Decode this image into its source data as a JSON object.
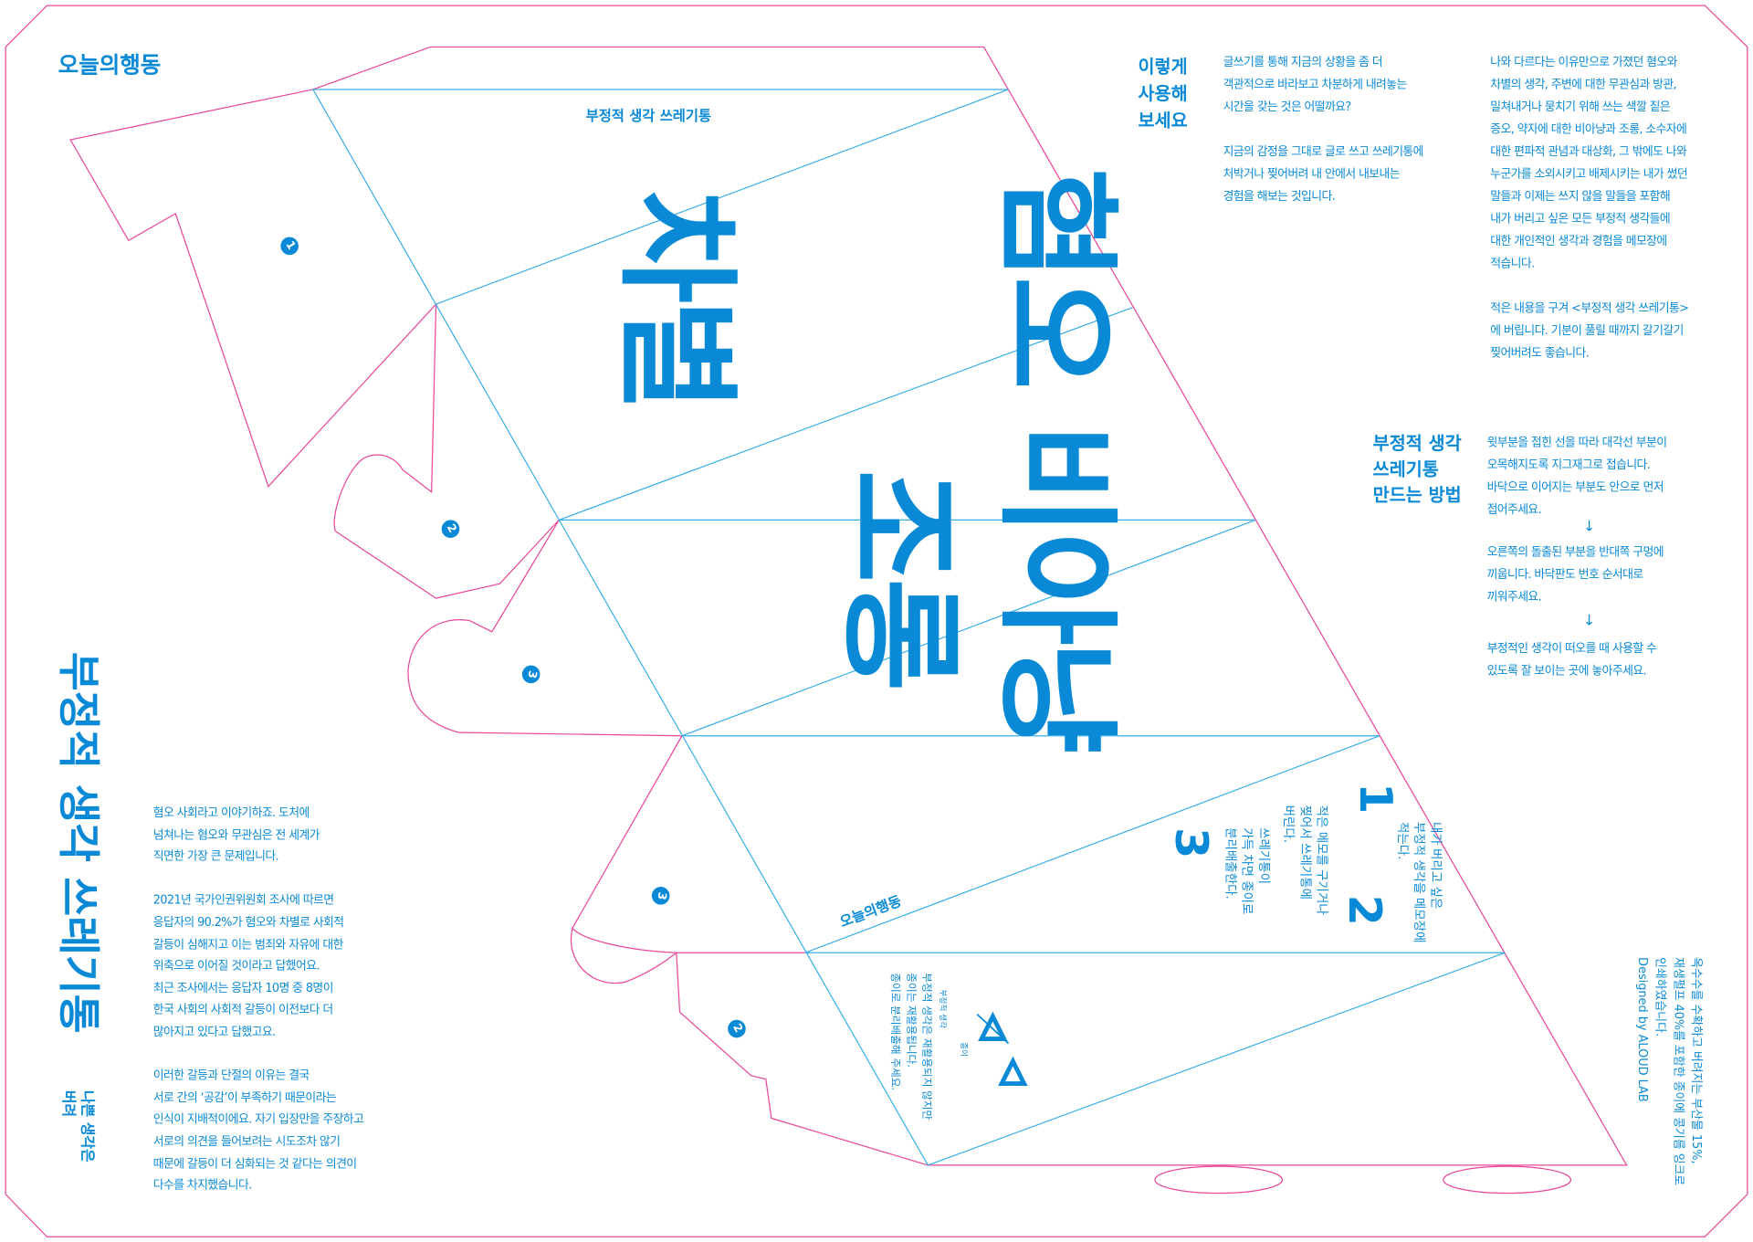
{
  "brand": {
    "logo": "오늘의행동",
    "small_logo": "오늘의행동"
  },
  "box_label": "부정적 생각 쓰레기통",
  "big_words": [
    "차별",
    "혐오 비아냥",
    "조롱"
  ],
  "usage": {
    "title": "이렇게\n사용해\n보세요",
    "col1": "글쓰기를 통해 지금의 상황을 좀 더\n객관적으로 바라보고 차분하게 내려놓는\n시간을 갖는 것은 어떨까요?\n\n지금의 감정을 그대로 글로 쓰고 쓰레기통에\n처박거나 찢어버려 내 안에서 내보내는\n경험을 해보는 것입니다.",
    "col2": "나와 다르다는 이유만으로 가졌던 혐오와\n차별의 생각, 주변에 대한 무관심과 방관,\n밀쳐내거나 뭉치기 위해 쓰는 색깔 짙은\n증오, 약자에 대한 비아냥과 조롱, 소수자에\n대한 편파적 관념과 대상화, 그 밖에도 나와\n누군가를 소외시키고 배제시키는 내가 썼던\n말들과 이제는 쓰지 않을 말들을 포함해\n내가 버리고 싶은 모든 부정적 생각들에\n대한 개인적인 생각과 경험을 메모장에\n적습니다.\n\n적은 내용을 구겨 <부정적 생각 쓰레기통>\n에 버립니다. 기분이 풀릴 때까지 갈기갈기\n찢어버려도 좋습니다."
  },
  "howto": {
    "title": "부정적 생각\n쓰레기통\n만드는 방법",
    "steps": [
      "윗부분을 접힌 선을 따라 대각선 부분이\n오목해지도록 지그재그로 접습니다.\n바닥으로 이어지는 부분도 안으로 먼저\n접어주세요.",
      "오른쪽의 돌출된 부분을 반대쪽 구멍에\n끼웁니다. 바닥판도 번호 순서대로\n끼워주세요.",
      "부정적인 생각이 떠오를 때 사용할 수\n있도록 잘 보이는 곳에 놓아주세요."
    ],
    "arrow": "↓"
  },
  "side_title": {
    "main": "부정적 생각 쓰레기통",
    "sub": "나쁜 생각은\n버려"
  },
  "intro": "혐오 사회라고 이야기하죠. 도처에\n넘쳐나는 혐오와 무관심은 전 세계가\n직면한 가장 큰 문제입니다.\n\n2021년 국가인권위원회 조사에 따르면\n응답자의 90.2%가 혐오와 차별로 사회적\n갈등이 심해지고 이는 범죄와 자유에 대한\n위축으로 이어질 것이라고 답했어요.\n최근 조사에서는 응답자 10명 중 8명이\n한국 사회의 사회적 갈등이 이전보다 더\n많아지고 있다고 답했고요.\n\n이러한 갈등과 단절의 이유는 결국\n서로 간의 ‘공감’이 부족하기 때문이라는\n인식이 지배적이에요. 자기 입장만을 주장하고\n서로의 의견을 들어보려는 시도조차 않기\n때문에 갈등이 더 심화되는 것 같다는 의견이\n다수를 차지했습니다.",
  "usage_steps": [
    {
      "num": "1",
      "text": "내가 버리고 싶은\n부정적 생각을 메모장에\n적는다."
    },
    {
      "num": "2",
      "text": "적은 메모를 구기거나\n찢어서 쓰레기통에\n버린다."
    },
    {
      "num": "3",
      "text": "쓰레기통이\n가득 차면 종이로\n분리배출한다."
    }
  ],
  "recycle": {
    "icon1_label": "부정적 생각",
    "icon2_label": "종이",
    "text": "부정적 생각은 재활용되지 않지만\n종이는 재활용됩니다.\n종이로 분리배출해 주세요."
  },
  "credits": "옥수수를 수확하고 버려지는 부산물 15%,\n재생펄프 40%를 포함한 종이에 콩기름 잉크로\n인쇄하였습니다.\nDesigned by ALOUD LAB",
  "tab_numbers": [
    "1",
    "2",
    "3",
    "3",
    "2"
  ],
  "colors": {
    "ink": "#0a8ad6",
    "cut_line": "#e8479a",
    "fold_line": "#3aaee8"
  }
}
